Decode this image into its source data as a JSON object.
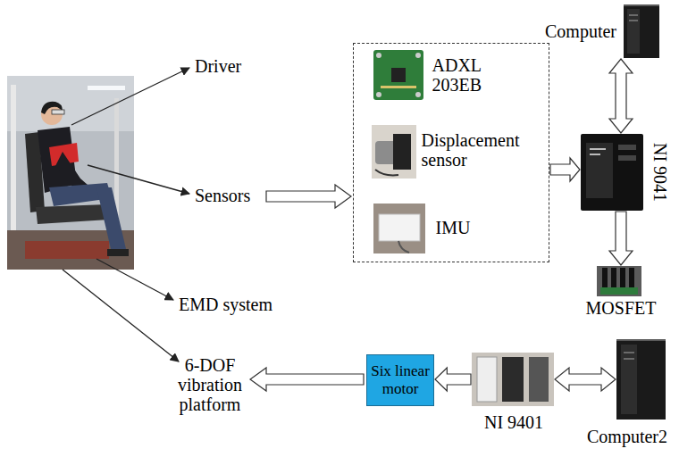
{
  "diagram": {
    "nodes": [
      {
        "text": [
          "Computer"
        ]
      },
      {
        "text": []
      },
      {
        "text": [
          "ADXL 203EB"
        ],
        "in": 1
      },
      {
        "text": [
          "Displacement sensor"
        ],
        "in": 1
      },
      {
        "text": [
          "IMU"
        ],
        "in": 1
      },
      {
        "text": [
          "NI 9041"
        ]
      },
      {
        "text": [
          "MOSFET"
        ]
      },
      {
        "text": [
          "Six linear motor"
        ]
      },
      {
        "text": [
          "NI 9401"
        ]
      },
      {
        "text": [
          "Computer2"
        ]
      }
    ],
    "edges": [
      {
        "from": 1,
        "to": 5,
        "arrow": "to"
      },
      {
        "from": 0,
        "to": 5,
        "arrow": "both"
      },
      {
        "from": 5,
        "to": 6,
        "arrow": "to"
      },
      {
        "from": 8,
        "to": 7,
        "arrow": "to"
      },
      {
        "from": 9,
        "to": 8,
        "arrow": "both"
      }
    ],
    "labels": [
      "Driver",
      "Sensors",
      "EMD system",
      "6-DOF vibration platform"
    ]
  }
}
